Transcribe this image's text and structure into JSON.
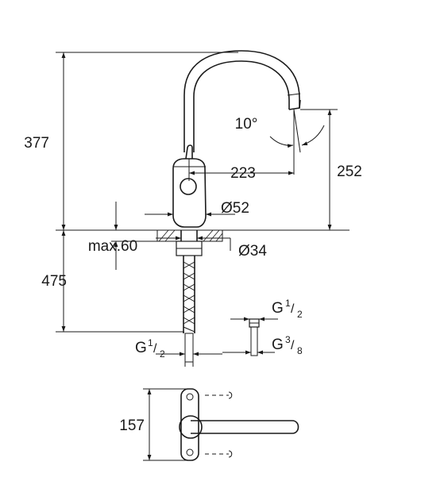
{
  "dimensions": {
    "height_total": "377",
    "spout_angle": "10°",
    "spout_reach": "223",
    "spout_height": "252",
    "base_diameter": "Ø52",
    "max_deck_thickness": "max.60",
    "hole_diameter": "Ø34",
    "below_deck": "475",
    "hose_thread_left": "G",
    "hose_thread_left_num": "1",
    "hose_thread_left_den": "2",
    "thread_top": "G",
    "thread_top_num": "1",
    "thread_top_den": "2",
    "thread_bottom": "G",
    "thread_bottom_num": "3",
    "thread_bottom_den": "8",
    "top_view_width": "157"
  }
}
